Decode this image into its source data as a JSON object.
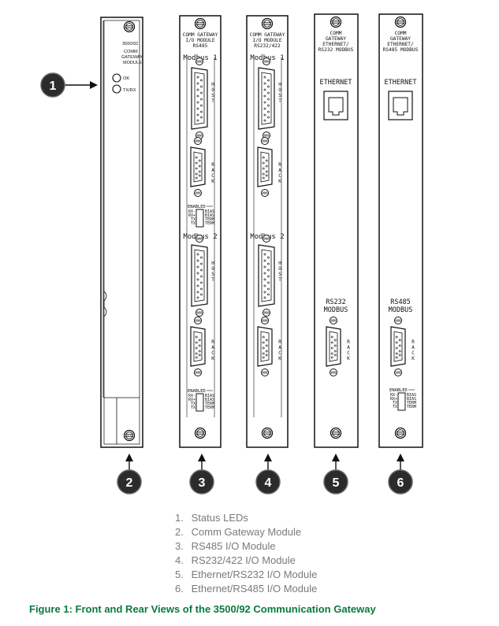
{
  "callouts": [
    "1",
    "2",
    "3",
    "4",
    "5",
    "6"
  ],
  "module1": {
    "label_lines": [
      "3500/92",
      "COMM",
      "GATEWAY",
      "MODULE"
    ],
    "led_ok": "OK",
    "led_txrx": "TX/RX"
  },
  "module3": {
    "label_lines": [
      "COMM GATEWAY",
      "I/O MODULE",
      "RS485"
    ],
    "modbus1": "Modbus 1",
    "modbus2": "Modbus 2",
    "host_label": [
      "H",
      "O",
      "S",
      "T"
    ],
    "rack_label": [
      "R",
      "A",
      "C",
      "K"
    ],
    "enabled": "ENABLED",
    "left_labels": [
      "RX-",
      "RX+",
      "TX",
      "TX"
    ],
    "right_labels": [
      "BIAS",
      "BIAS",
      "TERM",
      "TERM"
    ]
  },
  "module4": {
    "label_lines": [
      "COMM GATEWAY",
      "I/O MODULE",
      "RS232/422"
    ],
    "modbus1": "Modbus 1",
    "modbus2": "Modbus 2",
    "host_label": [
      "H",
      "O",
      "S",
      "T"
    ],
    "rack_label": [
      "R",
      "A",
      "C",
      "K"
    ]
  },
  "module5": {
    "label_lines": [
      "COMM",
      "GATEWAY",
      "ETHERNET/",
      "RS232 MODBUS"
    ],
    "ethernet": "ETHERNET",
    "serial_lines": [
      "RS232",
      "MODBUS"
    ],
    "rack_label": [
      "R",
      "A",
      "C",
      "K"
    ]
  },
  "module6": {
    "label_lines": [
      "COMM",
      "GATEWAY",
      "ETHERNET/",
      "RS485 MODBUS"
    ],
    "ethernet": "ETHERNET",
    "serial_lines": [
      "RS485",
      "MODBUS"
    ],
    "rack_label": [
      "R",
      "A",
      "C",
      "K"
    ],
    "enabled": "ENABLED",
    "left_labels": [
      "RX-",
      "RX+",
      "TX",
      "TX"
    ],
    "right_labels": [
      "BIAS",
      "BIAS",
      "TERM",
      "TERM"
    ]
  },
  "legend": [
    {
      "num": "1.",
      "text": "Status LEDs"
    },
    {
      "num": "2.",
      "text": "Comm Gateway Module"
    },
    {
      "num": "3.",
      "text": "RS485 I/O Module"
    },
    {
      "num": "4.",
      "text": "RS232/422 I/O Module"
    },
    {
      "num": "5.",
      "text": "Ethernet/RS232 I/O Module"
    },
    {
      "num": "6.",
      "text": "Ethernet/RS485 I/O Module"
    }
  ],
  "caption": "Figure 1:  Front and Rear Views of the 3500/92 Communication Gateway"
}
